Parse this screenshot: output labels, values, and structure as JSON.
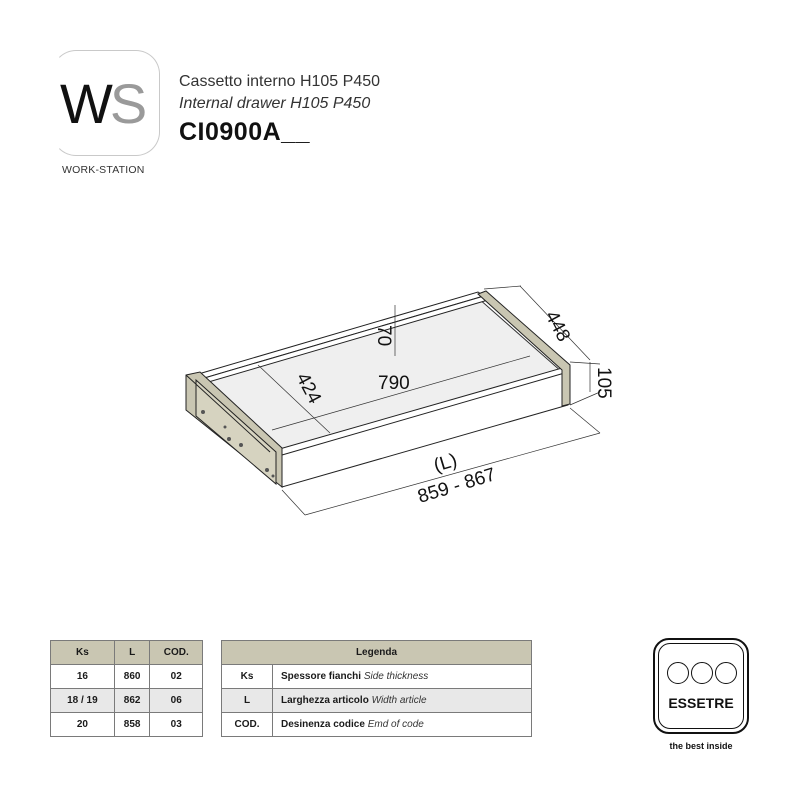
{
  "logo": {
    "letters_dark": "W",
    "letters_light": "S",
    "subtitle": "WORK-STATION"
  },
  "header": {
    "title_it": "Cassetto interno H105 P450",
    "title_en": "Internal drawer H105 P450",
    "code": "CI0900A__"
  },
  "drawing": {
    "dimensions": {
      "depth": "448",
      "height": "105",
      "inner_height": "70",
      "inner_depth": "424",
      "inner_length": "790",
      "length_label": "(L)",
      "length_range": "859 - 867"
    },
    "colors": {
      "side_panel": "#c9c6b2",
      "floor": "#efefef",
      "line": "#222222"
    }
  },
  "table_ks": {
    "headers": [
      "Ks",
      "L",
      "COD."
    ],
    "rows": [
      [
        "16",
        "860",
        "02"
      ],
      [
        "18 / 19",
        "862",
        "06"
      ],
      [
        "20",
        "858",
        "03"
      ]
    ]
  },
  "legend": {
    "title": "Legenda",
    "rows": [
      {
        "key": "Ks",
        "it": "Spessore fianchi",
        "en": "Side thickness"
      },
      {
        "key": "L",
        "it": "Larghezza articolo",
        "en": "Width article"
      },
      {
        "key": "COD.",
        "it": "Desinenza codice",
        "en": "Emd of code"
      }
    ]
  },
  "brand": {
    "name": "ESSETRE",
    "tagline": "the best inside"
  },
  "colors": {
    "table_header": "#c9c6b2",
    "row_alt": "#e8e8e8"
  }
}
